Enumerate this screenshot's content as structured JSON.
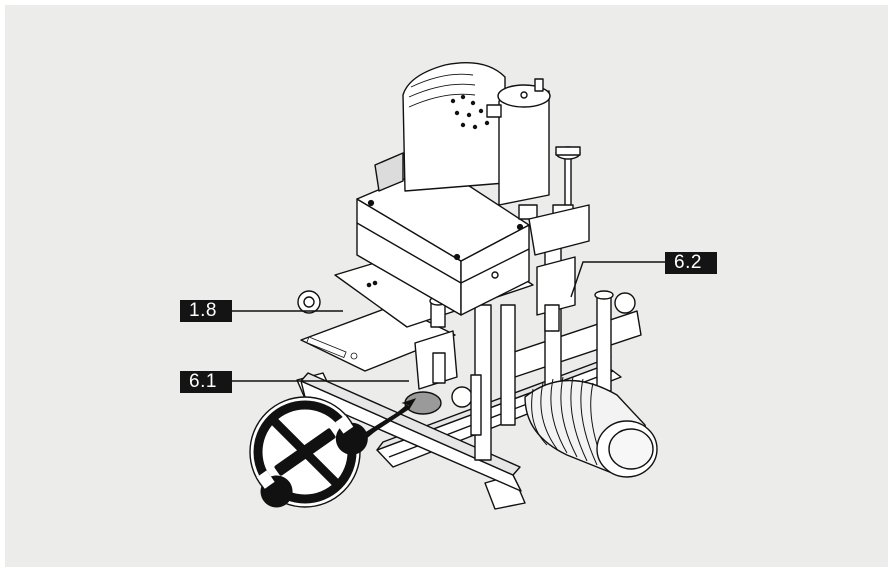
{
  "callouts": [
    {
      "id": "callout-1-8",
      "label": "1.8"
    },
    {
      "id": "callout-6-1",
      "label": "6.1"
    },
    {
      "id": "callout-6-2",
      "label": "6.2"
    }
  ],
  "icons": {
    "prohibition": "no-wrench-icon"
  },
  "colors": {
    "background": "#ececeb",
    "label_fill": "#141414",
    "label_text": "#ffffff",
    "line": "#111111",
    "part_fill": "#ffffff"
  }
}
